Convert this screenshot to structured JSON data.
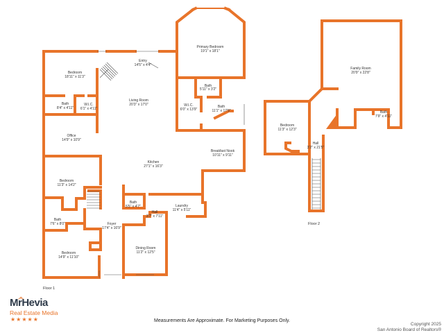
{
  "floor1_label": "Floor 1",
  "floor2_label": "Floor 2",
  "rooms": {
    "entry": {
      "name": "Entry",
      "dim": "14'5\" x 4'4\""
    },
    "primary_bedroom": {
      "name": "Primary Bedroom",
      "dim": "19'1\" x 18'1\""
    },
    "bedroom_nw": {
      "name": "Bedroom",
      "dim": "18'11\" x 11'3\""
    },
    "bath_nw": {
      "name": "Bath",
      "dim": "8'4\" x 4'11\""
    },
    "wic_nw": {
      "name": "W.I.C.",
      "dim": "6'1\" x 4'11\""
    },
    "living_room": {
      "name": "Living Room",
      "dim": "20'3\" x 17'0\""
    },
    "wic_primary": {
      "name": "W.I.C.",
      "dim": "6'0\" x 13'9\""
    },
    "bath_primary_top": {
      "name": "Bath",
      "dim": "5'11\" x 3'2\""
    },
    "bath_primary": {
      "name": "Bath",
      "dim": "11'1\" x 17'9\""
    },
    "office": {
      "name": "Office",
      "dim": "14'9\" x 10'9\""
    },
    "breakfast_nook": {
      "name": "Breakfast Nook",
      "dim": "10'11\" x 9'11\""
    },
    "kitchen": {
      "name": "Kitchen",
      "dim": "27'1\" x 16'3\""
    },
    "bedroom_w": {
      "name": "Bedroom",
      "dim": "11'3\" x 14'2\""
    },
    "bath_center": {
      "name": "Bath",
      "dim": "5'5\" x 4'7\""
    },
    "laundry": {
      "name": "Laundry",
      "dim": "11'4\" x 5'11\""
    },
    "hall1": {
      "name": "Hall",
      "dim": "3'7\" x 7'11\""
    },
    "bath_sw": {
      "name": "Bath",
      "dim": "7'6\" x 8'0\""
    },
    "foyer": {
      "name": "Foyer",
      "dim": "17'4\" x 16'9\""
    },
    "bedroom_sw": {
      "name": "Bedroom",
      "dim": "14'9\" x 11'10\""
    },
    "dining_room": {
      "name": "Dining Room",
      "dim": "11'2\" x 12'5\""
    },
    "bedroom_up": {
      "name": "Bedroom",
      "dim": "11'3\" x 12'3\""
    },
    "family_room": {
      "name": "Family Room",
      "dim": "20'9\" x 22'8\""
    },
    "bath_up": {
      "name": "Bath",
      "dim": "7'9\" x 4'11\""
    },
    "hall2": {
      "name": "Hall",
      "dim": "3'2\" x 21'5\""
    }
  },
  "brand": {
    "name": "MrHevia",
    "subtitle": "Real Estate Media",
    "stars": "★★★★★"
  },
  "disclaimer": "Measurements Are Approximate. For Marketing Purposes Only.",
  "copyright_line1": "Copyright 2025",
  "copyright_line2": "San Antonio Board of Realtors®",
  "colors": {
    "wall": "#e8742a",
    "text": "#333333",
    "brand_dark": "#2f3b4a"
  }
}
